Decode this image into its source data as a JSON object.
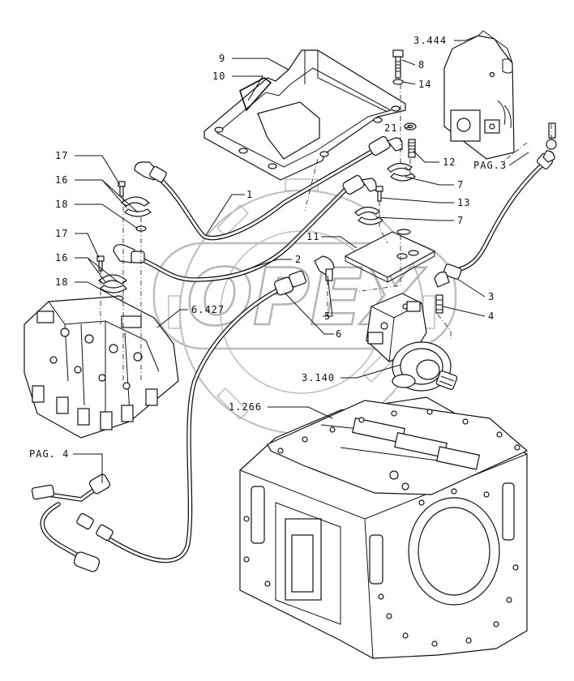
{
  "watermark": "OPEX",
  "callouts": [
    {
      "id": "c9",
      "text": "9"
    },
    {
      "id": "c10",
      "text": "10"
    },
    {
      "id": "c3444",
      "text": "3.444"
    },
    {
      "id": "c8",
      "text": "8"
    },
    {
      "id": "c14",
      "text": "14"
    },
    {
      "id": "c21",
      "text": "21"
    },
    {
      "id": "c12",
      "text": "12"
    },
    {
      "id": "cpag3",
      "text": "PAG.3"
    },
    {
      "id": "c17a",
      "text": "17"
    },
    {
      "id": "c16a",
      "text": "16"
    },
    {
      "id": "c18a",
      "text": "18"
    },
    {
      "id": "c1",
      "text": "1"
    },
    {
      "id": "c7a",
      "text": "7"
    },
    {
      "id": "c13",
      "text": "13"
    },
    {
      "id": "c7b",
      "text": "7"
    },
    {
      "id": "c17b",
      "text": "17"
    },
    {
      "id": "c16b",
      "text": "16"
    },
    {
      "id": "c11",
      "text": "11"
    },
    {
      "id": "c2",
      "text": "2"
    },
    {
      "id": "c18b",
      "text": "18"
    },
    {
      "id": "c3",
      "text": "3"
    },
    {
      "id": "c6427",
      "text": "6.427"
    },
    {
      "id": "c5",
      "text": "5"
    },
    {
      "id": "c4",
      "text": "4"
    },
    {
      "id": "c6",
      "text": "6"
    },
    {
      "id": "c3140",
      "text": "3.140"
    },
    {
      "id": "c1266",
      "text": "1.266"
    },
    {
      "id": "cpag4",
      "text": "PAG. 4"
    }
  ]
}
